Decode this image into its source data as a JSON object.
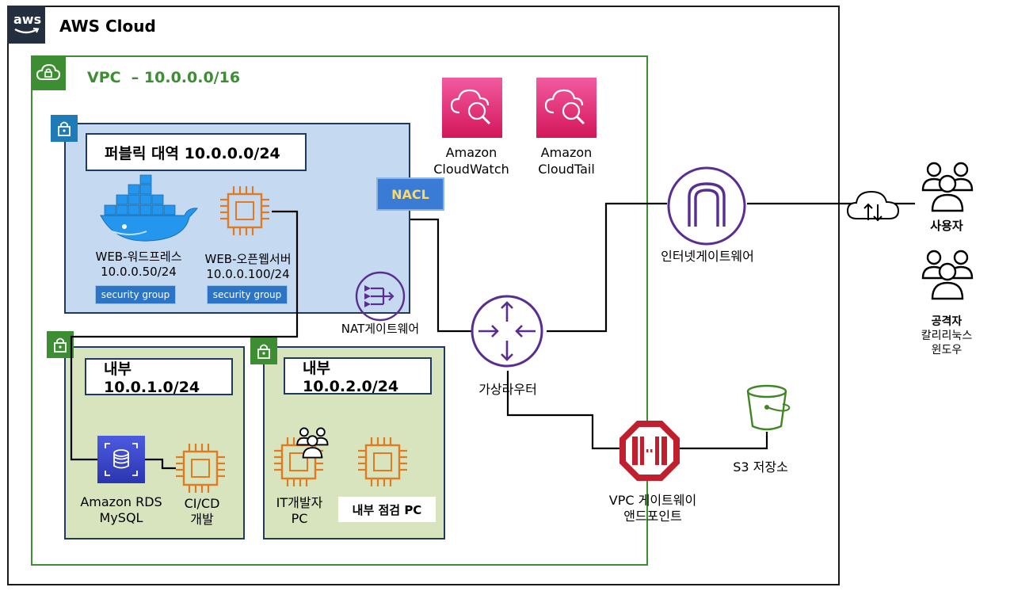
{
  "aws_cloud": {
    "logo_text": "aws",
    "title": "AWS Cloud"
  },
  "vpc": {
    "title": "VPC  – 10.0.0.0/16"
  },
  "public_subnet": {
    "title": "퍼블릭 대역 10.0.0.0/24"
  },
  "internal_subnet_1": {
    "title": "내부 10.0.1.0/24"
  },
  "internal_subnet_2": {
    "title": "내부 10.0.2.0/24"
  },
  "nodes": {
    "web_wordpress": {
      "line1": "WEB-워드프레스",
      "line2": "10.0.0.50/24",
      "sg": "security group"
    },
    "web_open": {
      "line1": "WEB-오픈웹서버",
      "line2": "10.0.0.100/24",
      "sg": "security group"
    },
    "nacl": "NACL",
    "nat": "NAT게이트웨어",
    "cloudwatch": {
      "line1": "Amazon",
      "line2": "CloudWatch"
    },
    "cloudtail": {
      "line1": "Amazon",
      "line2": "CloudTail"
    },
    "internet_gateway": "인터넷게이트웨어",
    "virtual_router": "가상라우터",
    "vpc_endpoint": {
      "line1": "VPC 게이트웨이",
      "line2": "앤드포인트"
    },
    "s3": "S3 저장소",
    "rds": {
      "line1": "Amazon RDS",
      "line2": "MySQL"
    },
    "cicd": {
      "line1": "CI/CD",
      "line2": "개발"
    },
    "it_dev": {
      "line1": "IT개발자",
      "line2": "PC"
    },
    "internal_check": "내부 점검 PC",
    "users": "사용자",
    "attacker": {
      "line1": "공격자",
      "line2": "칼리리눅스",
      "line3": "윈도우"
    }
  },
  "colors": {
    "vpc_green": "#3d8e33",
    "subnet_blue_fill": "#c5d9f1",
    "subnet_green_fill": "#d7e4bd",
    "subnet_border": "#1f3a60",
    "ec2_orange": "#e07b22",
    "purple": "#5a2d91",
    "pink": "#e0336e",
    "vpce_red": "#c0202e",
    "s3_green": "#3f8624",
    "docker_blue": "#2496ed",
    "rds_blue": "#3b48cc",
    "nacl_fill": "#3a7bd5",
    "nacl_text": "#ffd966"
  }
}
